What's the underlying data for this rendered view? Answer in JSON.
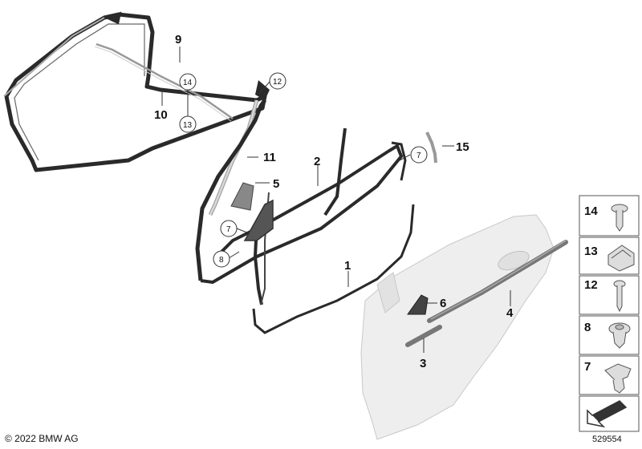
{
  "callouts": [
    {
      "id": "c9",
      "text": "9"
    },
    {
      "id": "c10",
      "text": "10"
    },
    {
      "id": "c14a",
      "text": "14"
    },
    {
      "id": "c13a",
      "text": "13"
    },
    {
      "id": "c12",
      "text": "12"
    },
    {
      "id": "c11",
      "text": "11"
    },
    {
      "id": "c2",
      "text": "2"
    },
    {
      "id": "c7a",
      "text": "7"
    },
    {
      "id": "c15",
      "text": "15"
    },
    {
      "id": "c5",
      "text": "5"
    },
    {
      "id": "c7b",
      "text": "7"
    },
    {
      "id": "c8",
      "text": "8"
    },
    {
      "id": "c1",
      "text": "1"
    },
    {
      "id": "c6",
      "text": "6"
    },
    {
      "id": "c4",
      "text": "4"
    },
    {
      "id": "c3",
      "text": "3"
    }
  ],
  "legend": {
    "items": [
      {
        "num": "14",
        "icon": "screw-icon"
      },
      {
        "num": "13",
        "icon": "clip-nut-icon"
      },
      {
        "num": "12",
        "icon": "screw-icon"
      },
      {
        "num": "8",
        "icon": "rivet-clip-icon"
      },
      {
        "num": "7",
        "icon": "expanding-clip-icon"
      },
      {
        "num": "",
        "icon": "direction-arrow-icon"
      }
    ]
  },
  "footer": {
    "copyright": "© 2022 BMW AG",
    "diagram_number": "529554"
  },
  "colors": {
    "line": "#333333",
    "door_fill": "#eeeeee",
    "seal": "#2a2a2a",
    "trim_grey": "#888888"
  }
}
